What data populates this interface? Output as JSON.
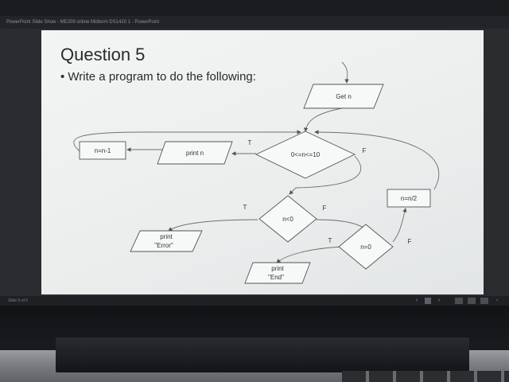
{
  "window": {
    "title": "PowerPoint Slide Show  -  ME209 online Midterm DS1420 1  -  PowerPoint"
  },
  "slide": {
    "title": "Question 5",
    "bullet": "• Write a program to do the following:"
  },
  "flowchart": {
    "get_n": "Get n",
    "decision_range": "0<=n<=10",
    "print_n": "print n",
    "decrement": "n=n-1",
    "halve": "n=n/2",
    "decision_neg": "n<0",
    "print_error_line1": "print",
    "print_error_line2": "\"Error\"",
    "decision_zero": "n=0",
    "print_end_line1": "print",
    "print_end_line2": "\"End\"",
    "label_T": "T",
    "label_F": "F"
  },
  "status": {
    "slide_counter": "Slide 5 of 5"
  }
}
